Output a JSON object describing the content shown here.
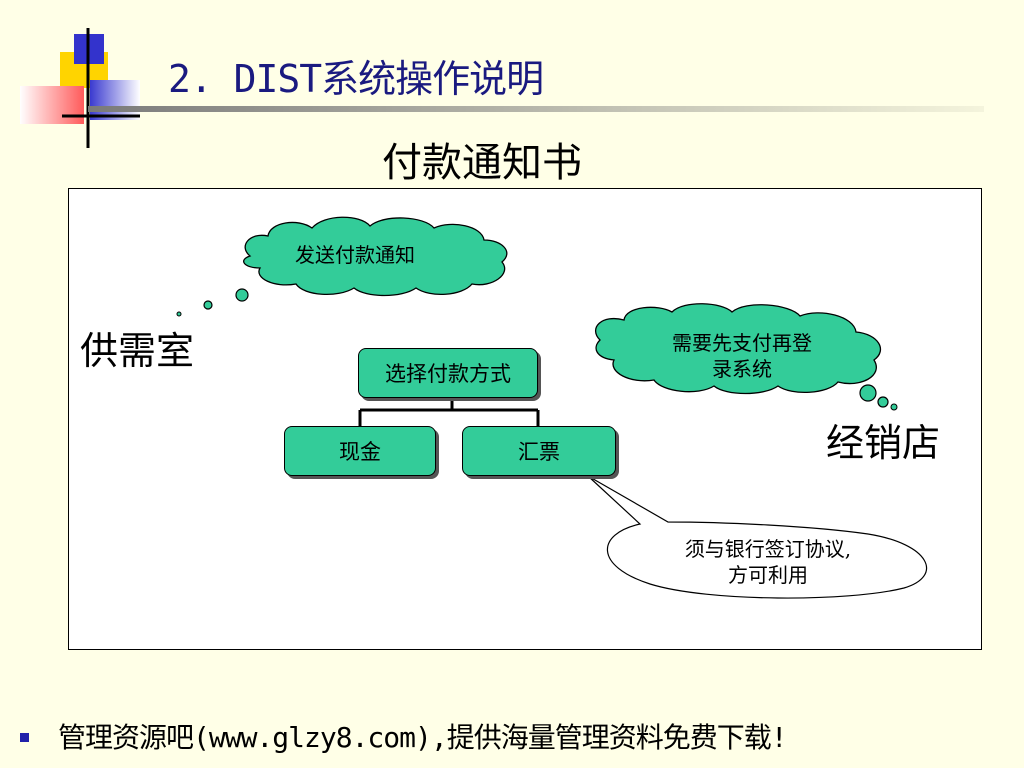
{
  "slide": {
    "title": "2. DIST系统操作说明",
    "subtitle": "付款通知书"
  },
  "diagram": {
    "left_actor": "供需室",
    "right_actor": "经销店",
    "cloud_send": "发送付款通知",
    "cloud_pay_line1": "需要先支付再登",
    "cloud_pay_line2": "录系统",
    "root_box": "选择付款方式",
    "child_cash": "现金",
    "child_remit": "汇票",
    "callout_line1": "须与银行签订协议,",
    "callout_line2": "方可利用"
  },
  "colors": {
    "background": "#FFFFE7",
    "box_fill": "#33CC99",
    "title": "#1a1a80"
  },
  "footer": {
    "text": "管理资源吧(www.glzy8.com),提供海量管理资料免费下载!"
  }
}
